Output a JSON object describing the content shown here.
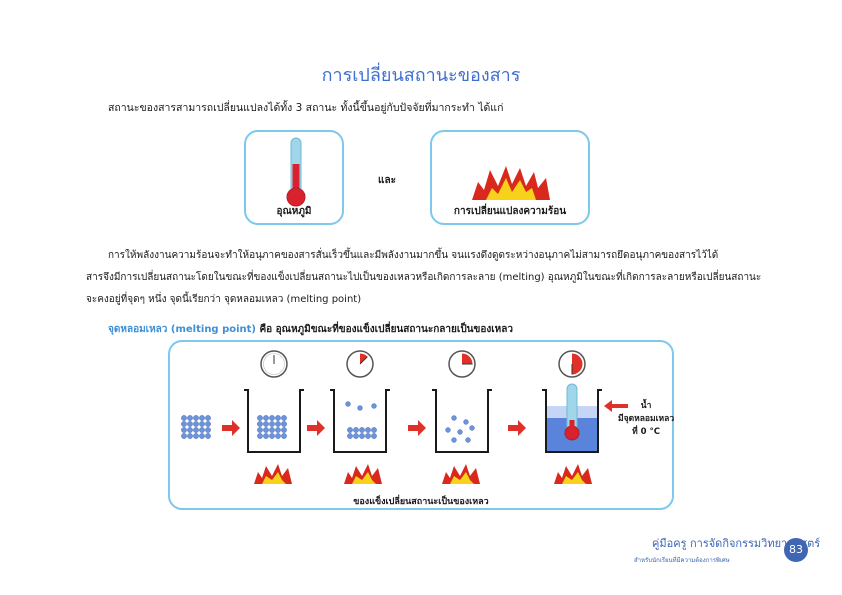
{
  "page": {
    "title": "การเปลี่ยนสถานะของสาร",
    "intro": "สถานะของสารสามารถเปลี่ยนแปลงได้ทั้ง 3 สถานะ ทั้งนี้ขึ้นอยู่กับปัจจัยที่มากระทำ ได้แก่",
    "factor_temperature": "อุณหภูมิ",
    "conjunction": "และ",
    "factor_heat": "การเปลี่ยนแปลงความร้อน",
    "paragraph": [
      "การให้พลังงานความร้อนจะทำให้อนุภาคของสารสั่นเร็วขึ้นและมีพลังงานมากขึ้น   จนแรงดึงดูดระหว่างอนุภาคไม่สามารถยึดอนุภาคของสารไว้ได้",
      "สารจึงมีการเปลี่ยนสถานะโดยในขณะที่ของแข็งเปลี่ยนสถานะไปเป็นของเหลวหรือเกิดการละลาย (melting) อุณหภูมิในขณะที่เกิดการละลายหรือเปลี่ยนสถานะ",
      "จะคงอยู่ที่จุดๆ หนึ่ง จุดนี้เรียกว่า จุดหลอมเหลว (melting  point)"
    ],
    "melting_term": "จุดหลอมเหลว (melting point)",
    "melting_definition": " คือ อุณหภูมิขณะที่ของแข็งเปลี่ยนสถานะกลายเป็นของเหลว",
    "water_label": "น้ำ",
    "melting_point_label": "มีจุดหลอมเหลว",
    "melting_point_value": "ที่ 0 °C",
    "diagram_caption": "ของแข็งเปลี่ยนสถานะเป็นของเหลว",
    "footer_title": "คู่มือครู การจัดกิจกรรมวิทยาศาสตร์",
    "footer_subtitle": "สำหรับนักเรียนที่มีความต้องการพิเศษ",
    "page_number": "83"
  },
  "colors": {
    "title": "#3f6fd1",
    "border": "#7ec8ec",
    "flame_outer": "#d9281c",
    "flame_inner": "#f7d21b",
    "arrow": "#e0302a",
    "ice": "#6d93d8",
    "water": "#3d6fd6"
  }
}
